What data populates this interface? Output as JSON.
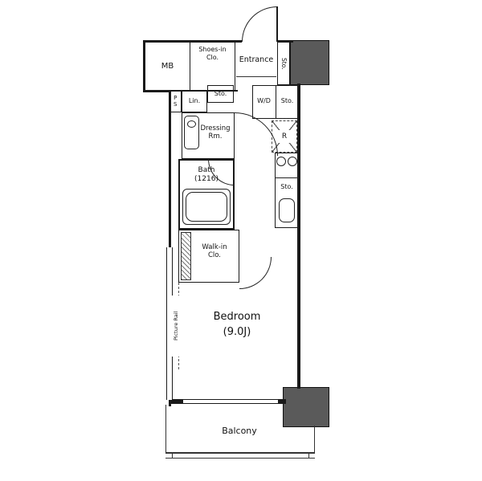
{
  "labels": {
    "mb": "MB",
    "shoes_closet": "Shoes-in\nClo.",
    "entrance": "Entrance",
    "entrance_storage": "Sto.",
    "washer_dryer": "W/D",
    "washer_storage": "Sto.",
    "ps": "PS",
    "linen": "Lin.",
    "hall_storage": "Sto.",
    "dressing_room": "Dressing\nRm.",
    "refrigerator": "R",
    "kitchen_storage": "Sto.",
    "bath": "Bath\n(1216)",
    "walk_in_closet": "Walk-in\nClo.",
    "picture_rail": "Picture Rail",
    "bedroom": "Bedroom\n(9.0J)",
    "balcony": "Balcony"
  },
  "colors": {
    "wall": "#1a1a1a",
    "pillar_fill": "#5a5a5a",
    "background": "#ffffff"
  }
}
